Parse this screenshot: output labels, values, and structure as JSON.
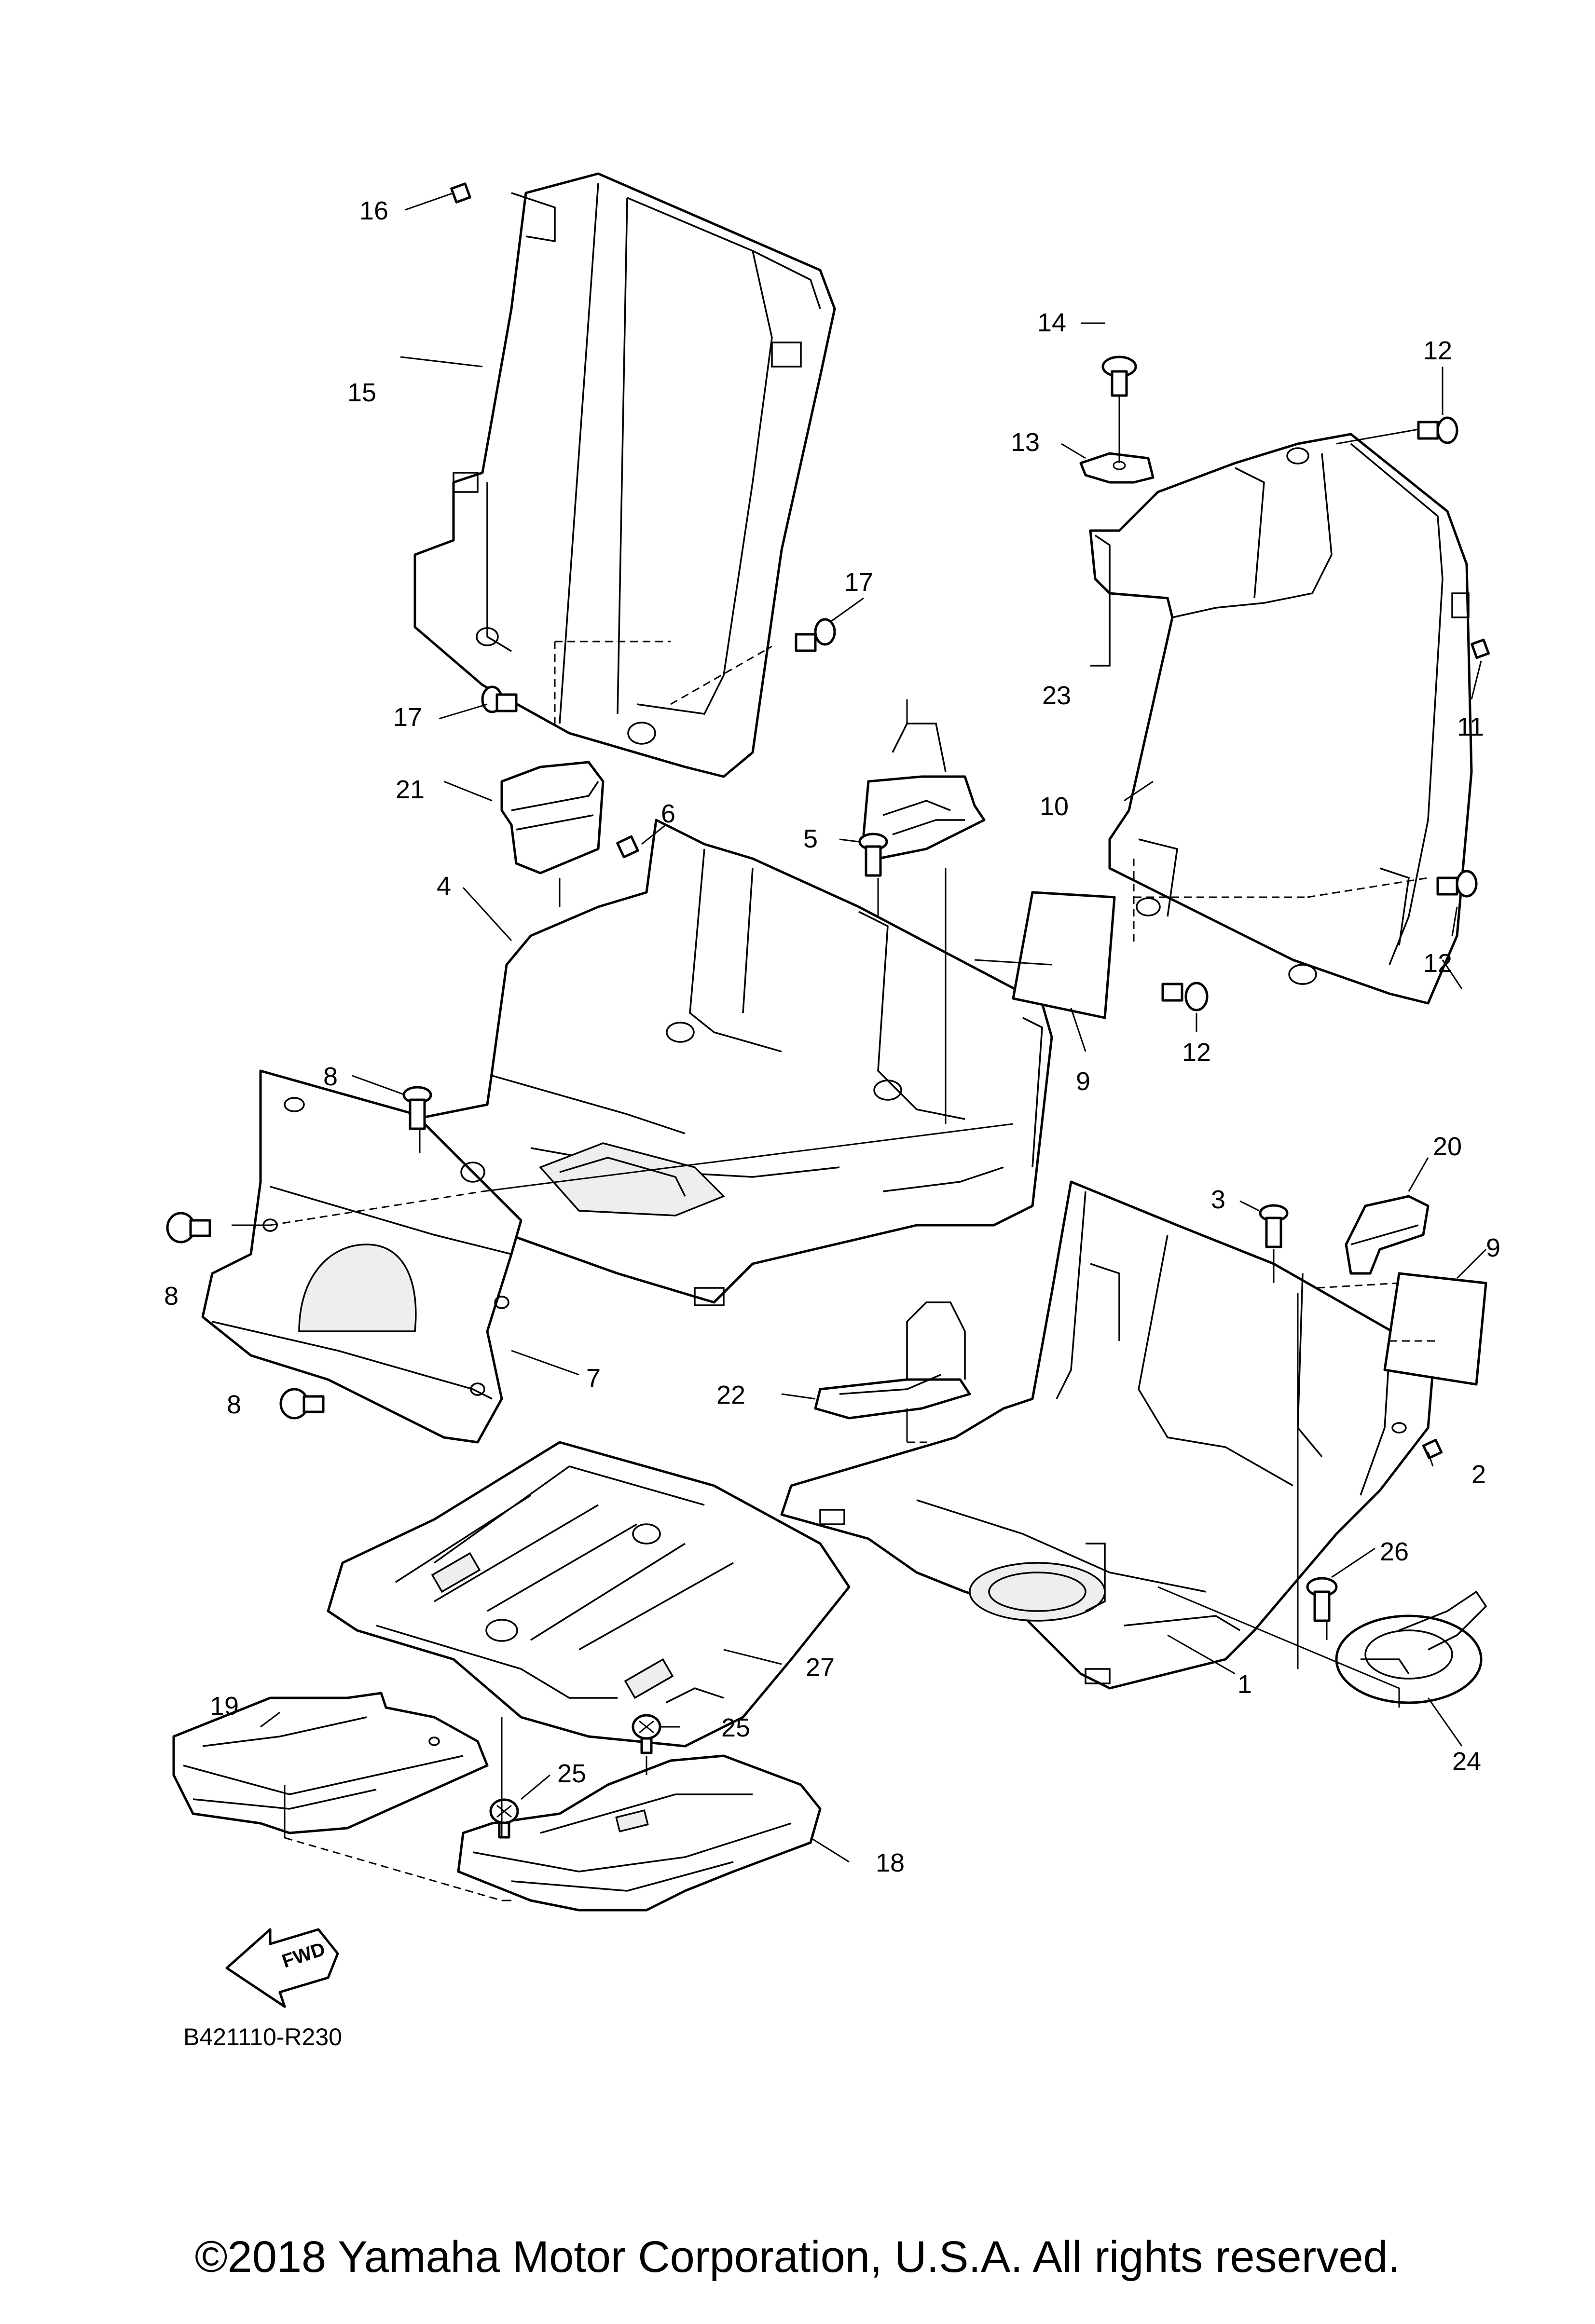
{
  "diagram_code": "B421110-R230",
  "copyright": "©2018 Yamaha Motor Corporation, U.S.A. All rights reserved.",
  "fwd_label": "FWD",
  "callouts": {
    "c1": "1",
    "c2": "2",
    "c3": "3",
    "c4": "4",
    "c5": "5",
    "c6": "6",
    "c7": "7",
    "c8a": "8",
    "c8b": "8",
    "c8c": "8",
    "c9a": "9",
    "c9b": "9",
    "c10": "10",
    "c11": "11",
    "c12a": "12",
    "c12b": "12",
    "c12c": "12",
    "c13": "13",
    "c14": "14",
    "c15": "15",
    "c16": "16",
    "c17a": "17",
    "c17b": "17",
    "c18": "18",
    "c19": "19",
    "c20": "20",
    "c21": "21",
    "c22": "22",
    "c23": "23",
    "c24": "24",
    "c25a": "25",
    "c25b": "25",
    "c26": "26",
    "c27": "27"
  }
}
